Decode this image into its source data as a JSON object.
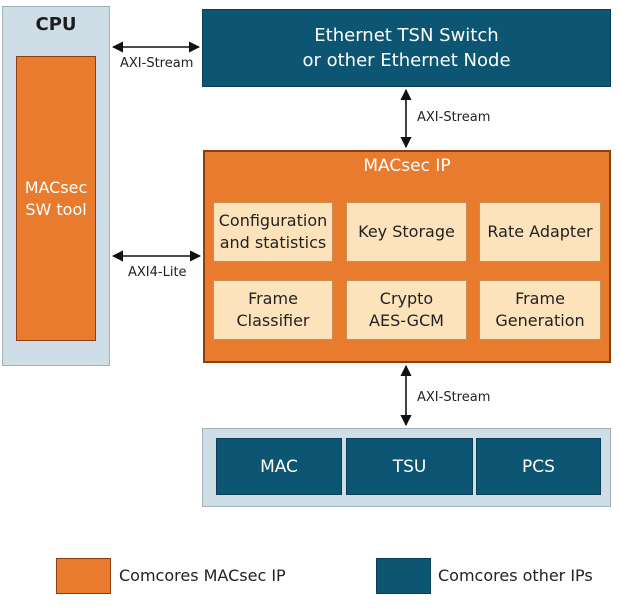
{
  "cpu": {
    "title": "CPU",
    "tool_line1": "MACsec",
    "tool_line2": "SW tool"
  },
  "ethernet": {
    "line1": "Ethernet TSN Switch",
    "line2": "or other Ethernet Node"
  },
  "macsec": {
    "title": "MACsec IP",
    "blocks": [
      {
        "line1": "Configuration",
        "line2": "and statistics"
      },
      {
        "line1": "Key Storage",
        "line2": ""
      },
      {
        "line1": "Rate Adapter",
        "line2": ""
      },
      {
        "line1": "Frame",
        "line2": "Classifier"
      },
      {
        "line1": "Crypto",
        "line2": "AES-GCM"
      },
      {
        "line1": "Frame",
        "line2": "Generation"
      }
    ]
  },
  "bottom_blocks": [
    "MAC",
    "TSU",
    "PCS"
  ],
  "connections": {
    "cpu_eth": "AXI-Stream",
    "eth_macsec": "AXI-Stream",
    "cpu_macsec": "AXI4-Lite",
    "macsec_bottom": "AXI-Stream"
  },
  "legend": {
    "macsec_label": "Comcores MACsec IP",
    "other_label": "Comcores other IPs"
  },
  "colors": {
    "orange": "#e97b2f",
    "teal": "#0d5673",
    "light_blue_gray": "#cfdde6",
    "light_peach": "#fde3bb"
  }
}
